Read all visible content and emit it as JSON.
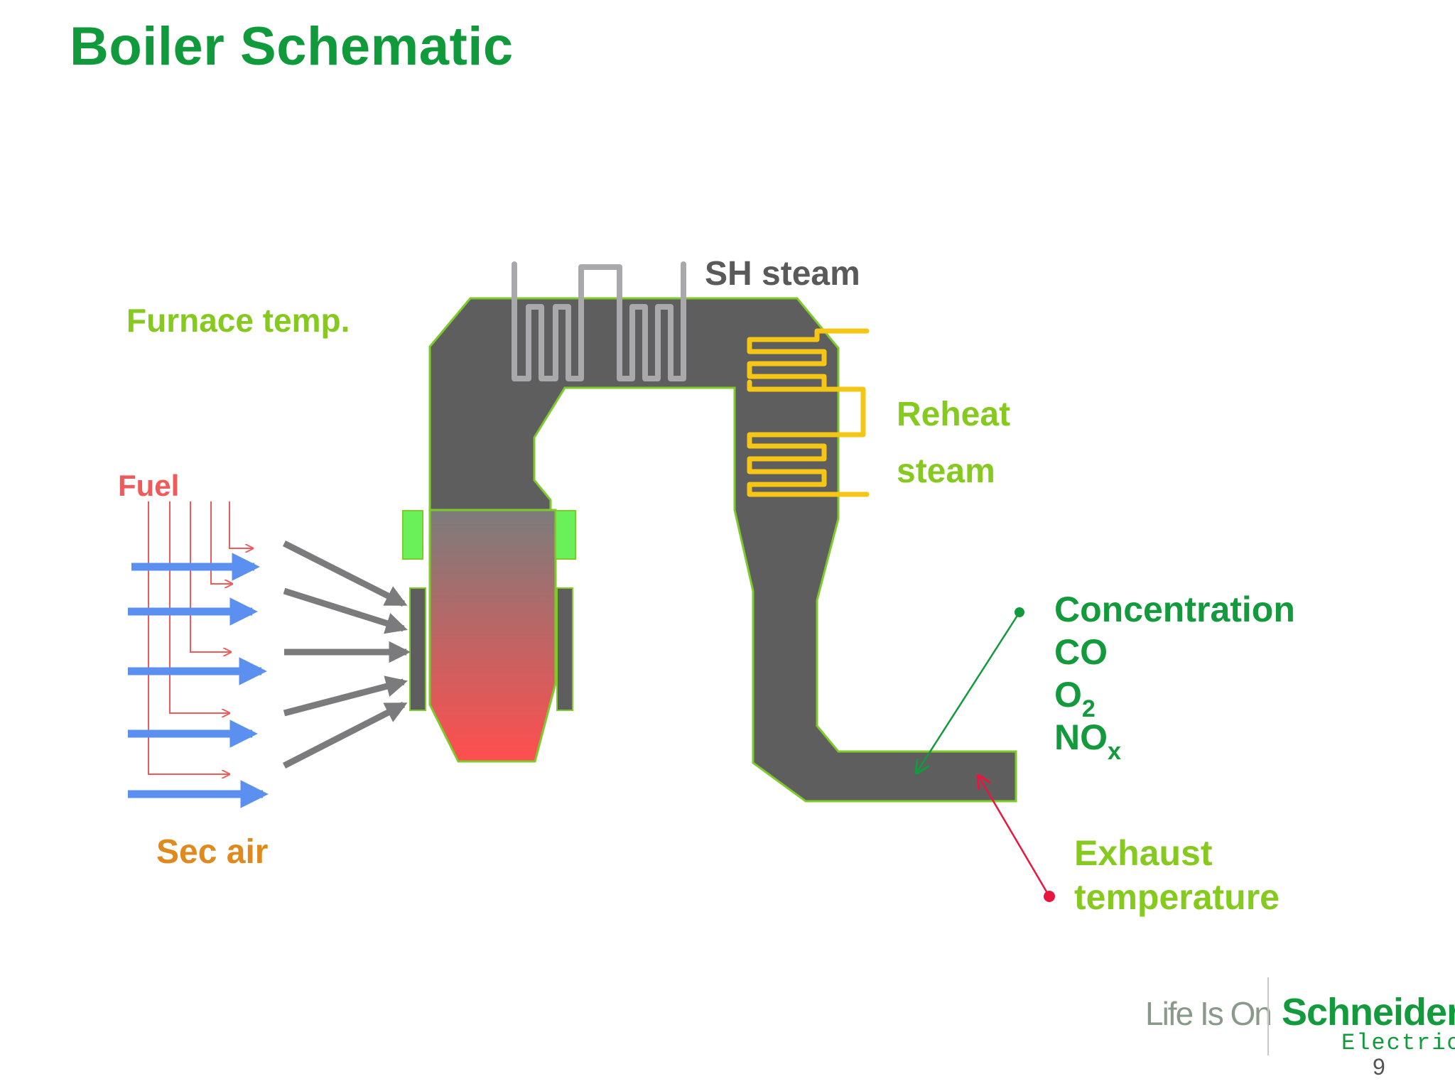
{
  "title": "Boiler Schematic",
  "labels": {
    "furnace_temp": "Furnace temp.",
    "sh_steam": "SH steam",
    "reheat_line1": "Reheat",
    "reheat_line2": "steam",
    "fuel": "Fuel",
    "sec_air": "Sec air",
    "concentration": "Concentration",
    "co": "CO",
    "o2_base": "O",
    "o2_sub": "2",
    "nox_base": "NO",
    "nox_sub": "x",
    "exhaust_line1": "Exhaust",
    "exhaust_line2": "temperature"
  },
  "footer": {
    "tagline": "Life Is On",
    "brand": "Schneider",
    "brand_sub": "Electric",
    "page_number": "9"
  },
  "colors": {
    "title_green": "#109A3C",
    "label_lightgreen": "#86C91F",
    "boiler_body": "#5F5E5F",
    "outline_green": "#7CCB2A",
    "fuel_red": "#F15A5A",
    "air_blue": "#5B8FF0",
    "sec_air_orange": "#E08A1E",
    "coil_gray": "#A9A9AB",
    "reheat_yellow": "#F6C617",
    "sensor_red": "#E8163F"
  }
}
